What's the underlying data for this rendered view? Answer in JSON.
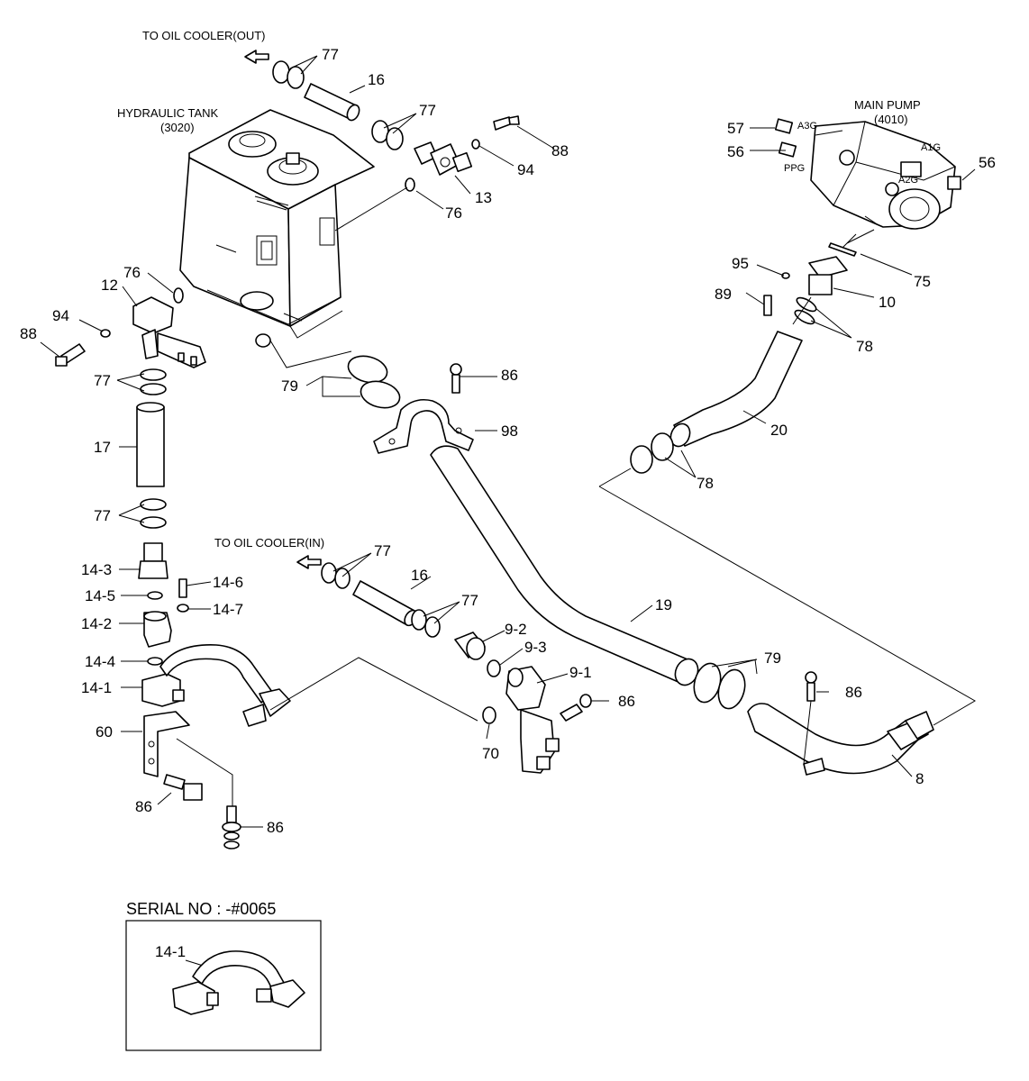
{
  "captions": {
    "oil_cooler_out": "TO OIL COOLER(OUT)",
    "oil_cooler_in": "TO OIL COOLER(IN)",
    "hydraulic_tank": "HYDRAULIC TANK",
    "hydraulic_tank_code": "(3020)",
    "main_pump": "MAIN PUMP",
    "main_pump_code": "(4010)",
    "serial_no": "SERIAL NO : -#0065"
  },
  "ports": {
    "a3g": "A3G",
    "a1g": "A1G",
    "ppg": "PPG",
    "a2g": "A2G"
  },
  "labels": {
    "p77_a": "77",
    "p16_a": "16",
    "p77_b": "77",
    "p88_a": "88",
    "p94_a": "94",
    "p13": "13",
    "p76_a": "76",
    "p57": "57",
    "p56_a": "56",
    "p56_b": "56",
    "p95": "95",
    "p75": "75",
    "p89": "89",
    "p10": "10",
    "p78_a": "78",
    "p76_b": "76",
    "p12": "12",
    "p94_b": "94",
    "p88_b": "88",
    "p77_c": "77",
    "p79_a": "79",
    "p86_a": "86",
    "p98": "98",
    "p20": "20",
    "p78_b": "78",
    "p17": "17",
    "p77_d": "77",
    "p77_e": "77",
    "p16_b": "16",
    "p77_f": "77",
    "p14_3": "14-3",
    "p14_6": "14-6",
    "p14_5": "14-5",
    "p14_7": "14-7",
    "p14_2": "14-2",
    "p19": "19",
    "p9_2": "9-2",
    "p9_3": "9-3",
    "p14_4": "14-4",
    "p9_1": "9-1",
    "p79_b": "79",
    "p14_1": "14-1",
    "p86_b": "86",
    "p86_c": "86",
    "p60": "60",
    "p70": "70",
    "p8": "8",
    "p86_d": "86",
    "p86_e": "86",
    "p14_1_inset": "14-1"
  }
}
